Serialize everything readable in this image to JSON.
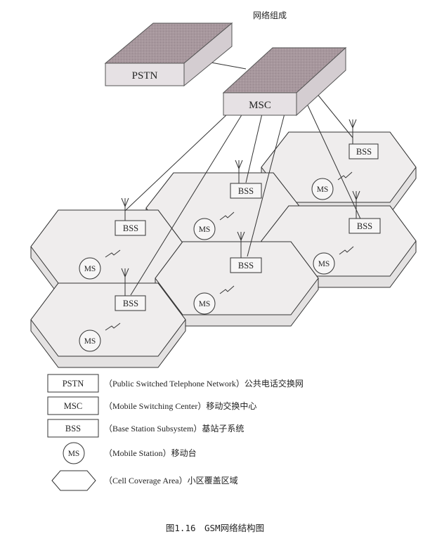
{
  "diagram": {
    "top_title": "网络组成",
    "pstn_label": "PSTN",
    "msc_label": "MSC",
    "cells": [
      {
        "bss": "BSS",
        "ms": "MS"
      },
      {
        "bss": "BSS",
        "ms": "MS"
      },
      {
        "bss": "BSS",
        "ms": "MS"
      },
      {
        "bss": "BSS",
        "ms": "MS"
      },
      {
        "bss": "BSS",
        "ms": "MS"
      },
      {
        "bss": "BSS",
        "ms": "MS"
      }
    ]
  },
  "legend": [
    {
      "symbol": "PSTN",
      "text": "（Public Switched Telephone Network）公共电话交换网"
    },
    {
      "symbol": "MSC",
      "text": "（Mobile Switching Center）移动交换中心"
    },
    {
      "symbol": "BSS",
      "text": "（Base Station Subsystem）基站子系统"
    },
    {
      "symbol": "MS",
      "text": "（Mobile Station）移动台"
    },
    {
      "symbol": "",
      "text": "（Cell Coverage Area）小区覆盖区域"
    }
  ],
  "caption": "图1.16　GSM网络结构图"
}
